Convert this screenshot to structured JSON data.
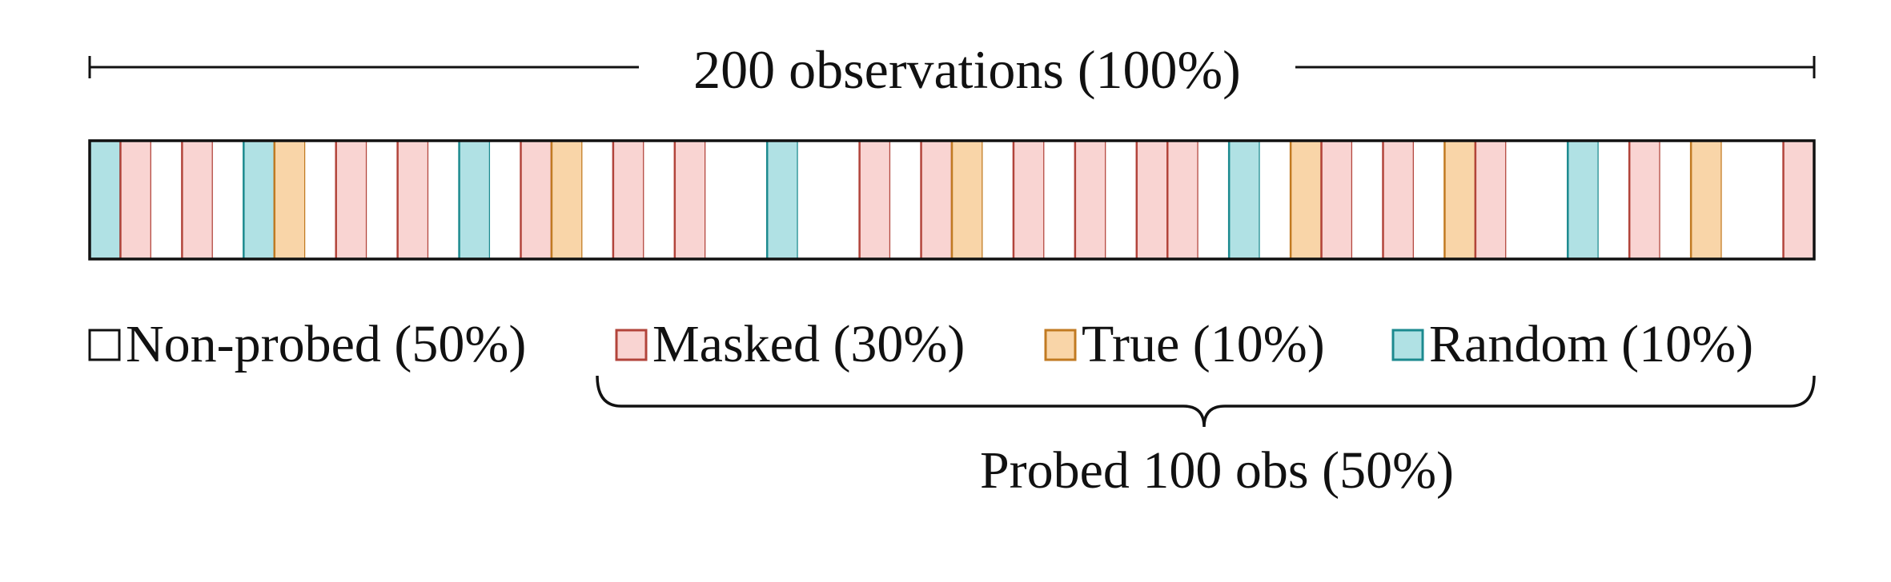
{
  "header": {
    "label": "200 observations (100%)"
  },
  "strip": {
    "total_observations": 200,
    "segments": [
      "random",
      "masked",
      "none",
      "masked",
      "none",
      "random",
      "true",
      "none",
      "masked",
      "none",
      "masked",
      "none",
      "random",
      "none",
      "masked",
      "true",
      "none",
      "masked",
      "none",
      "masked",
      "none",
      "none",
      "random",
      "none",
      "none",
      "masked",
      "none",
      "masked",
      "true",
      "none",
      "masked",
      "none",
      "masked",
      "none",
      "masked",
      "masked",
      "none",
      "random",
      "none",
      "true",
      "masked",
      "none",
      "masked",
      "none",
      "true",
      "masked",
      "none",
      "none",
      "random",
      "none",
      "masked",
      "none",
      "true",
      "none",
      "none",
      "masked"
    ]
  },
  "categories": {
    "none": {
      "label": "Non-probed (50%)",
      "fill": "#ffffff",
      "stroke": "#111111",
      "share": 50
    },
    "masked": {
      "label": "Masked (30%)",
      "fill": "#f9d4d2",
      "stroke": "#b2443b",
      "share": 30
    },
    "true": {
      "label": "True (10%)",
      "fill": "#f9d5a8",
      "stroke": "#c17a22",
      "share": 10
    },
    "random": {
      "label": "Random (10%)",
      "fill": "#b0e1e4",
      "stroke": "#1c8a8f",
      "share": 10
    }
  },
  "probed": {
    "label": "Probed 100 obs (50%)"
  },
  "colors": {
    "ink": "#111111",
    "background": "#ffffff"
  }
}
